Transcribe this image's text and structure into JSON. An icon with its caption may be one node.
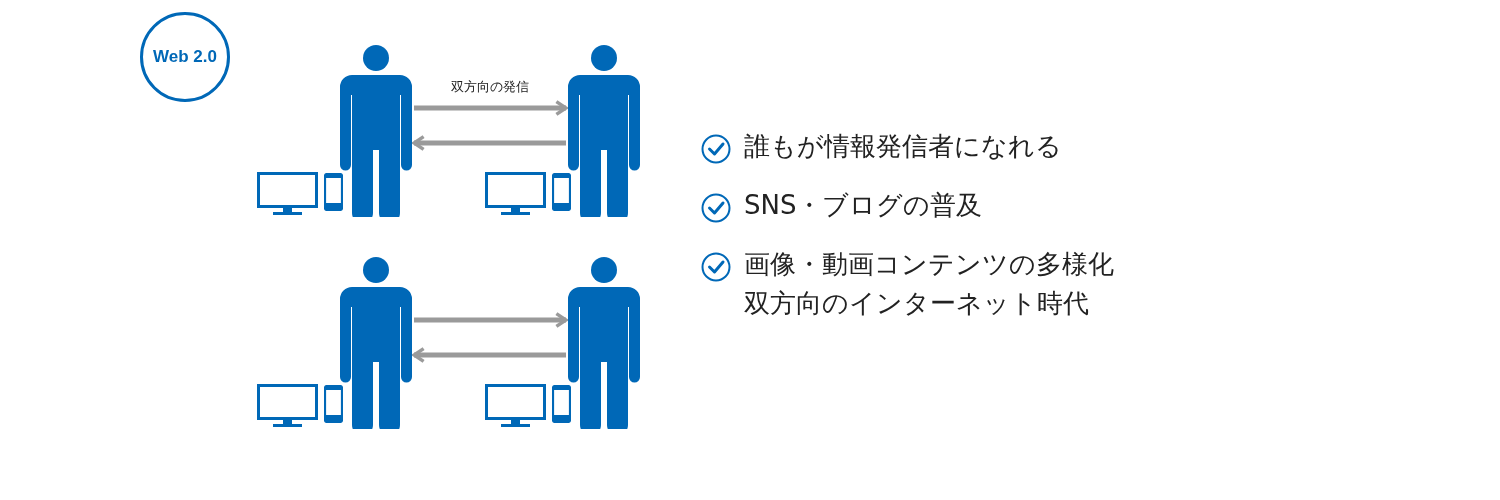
{
  "diagram": {
    "nodes": [
      {
        "text": [
          "Web 2.0"
        ]
      },
      {
        "text": [],
        "shape": "person"
      },
      {
        "text": [],
        "shape": "person"
      },
      {
        "text": [],
        "shape": "person"
      },
      {
        "text": [],
        "shape": "person"
      }
    ],
    "edges": [
      {
        "from": 1,
        "to": 2,
        "arrow": "to",
        "label": "双方向の発信"
      },
      {
        "from": 2,
        "to": 1,
        "arrow": "to"
      },
      {
        "from": 3,
        "to": 4,
        "arrow": "to"
      },
      {
        "from": 4,
        "to": 3,
        "arrow": "to"
      }
    ],
    "labels": [
      "誰もが情報発信者になれる",
      "SNS・ブログの普及",
      "画像・動画コンテンツの多様化",
      "双方向のインターネット時代"
    ]
  }
}
